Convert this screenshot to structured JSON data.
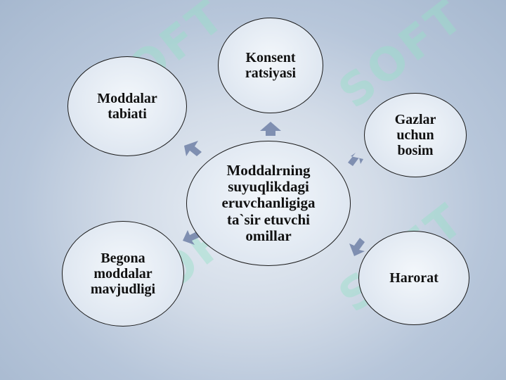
{
  "watermark": "SOFT",
  "diagram": {
    "center": "Moddalrning\nsuyuqlikdagi\neruvchanligiga\nta`sir etuvchi\nomillar",
    "nodes": {
      "top": "Konsent\nratsiyasi",
      "top_left": "Moddalar\ntabiati",
      "top_right": "Gazlar\nuchun\nbosim",
      "bottom_right": "Harorat",
      "bottom_left": "Begona\nmoddalar\nmavjudligi"
    }
  },
  "colors": {
    "background": "#b7c6da",
    "node_fill": "#e4ebf3",
    "arrow": "#7f8fb1",
    "text": "#111111"
  }
}
